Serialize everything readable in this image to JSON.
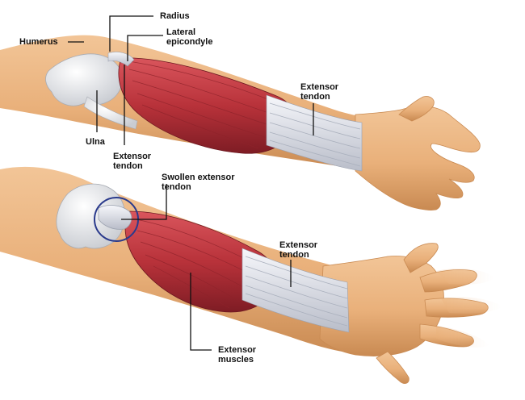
{
  "labels": {
    "radius": "Radius",
    "humerus": "Humerus",
    "lateral_epicondyle": "Lateral\nepicondyle",
    "extensor_tendon_top_right": "Extensor\ntendon",
    "ulna": "Ulna",
    "extensor_tendon_top_left": "Extensor\ntendon",
    "swollen_extensor_tendon": "Swollen extensor\ntendon",
    "extensor_tendon_bottom": "Extensor\ntendon",
    "extensor_muscles": "Extensor\nmuscles"
  },
  "colors": {
    "skin": "#e9b07a",
    "skin_shadow": "#c98a52",
    "muscle": "#b8323a",
    "muscle_dark": "#7e1c24",
    "tendon": "#e3e6ee",
    "bone": "#eef0f2",
    "highlight_circle": "#2a3a8c",
    "leader_line": "#111111"
  }
}
